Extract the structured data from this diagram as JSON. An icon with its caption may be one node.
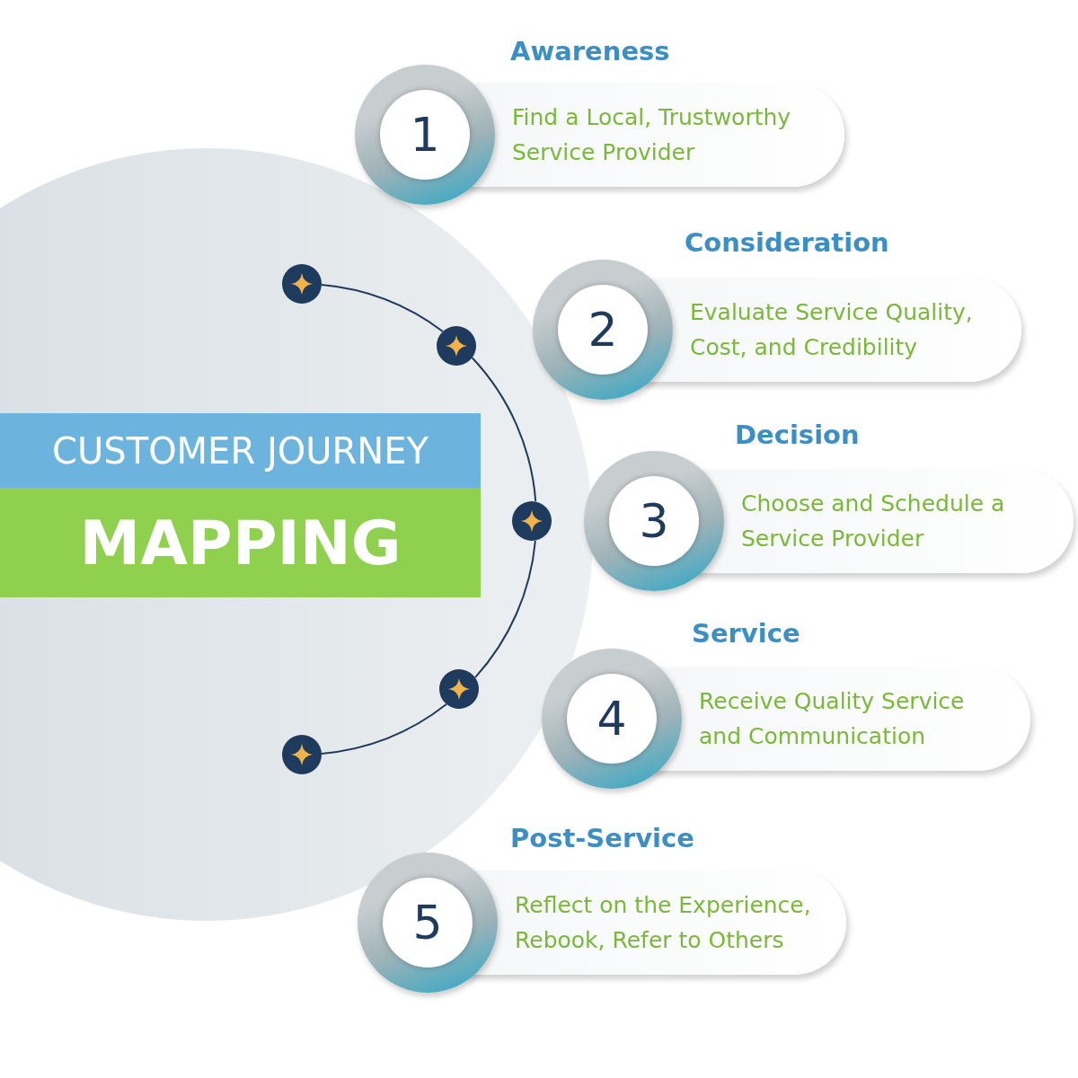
{
  "diagram": {
    "nodes": [
      {
        "text": [
          "CUSTOMER JOURNEY"
        ]
      },
      {
        "text": [
          "MAPPING"
        ]
      },
      {
        "text": [],
        "shape": "circle"
      },
      {
        "text": [],
        "shape": "circle"
      },
      {
        "text": [],
        "shape": "circle"
      },
      {
        "text": [],
        "shape": "circle"
      },
      {
        "text": [],
        "shape": "circle"
      },
      {
        "text": [
          "Awareness",
          "1",
          "Find a Local, Trustworthy Service Provider"
        ]
      },
      {
        "text": [
          "Consideration",
          "2",
          "Evaluate Service Quality, Cost, and Credibility"
        ]
      },
      {
        "text": [
          "Decision",
          "3",
          "Choose and Schedule a Service Provider"
        ]
      },
      {
        "text": [
          "Service",
          "4",
          "Receive Quality Service and Communication"
        ]
      },
      {
        "text": [
          "Post-Service",
          "5",
          "Reflect on the Experience, Rebook, Refer to Others"
        ]
      }
    ],
    "edges": [
      {
        "from": 2,
        "to": 3,
        "arrow": "none"
      },
      {
        "from": 3,
        "to": 4,
        "arrow": "none"
      },
      {
        "from": 4,
        "to": 5,
        "arrow": "none"
      },
      {
        "from": 5,
        "to": 6,
        "arrow": "none"
      }
    ]
  }
}
